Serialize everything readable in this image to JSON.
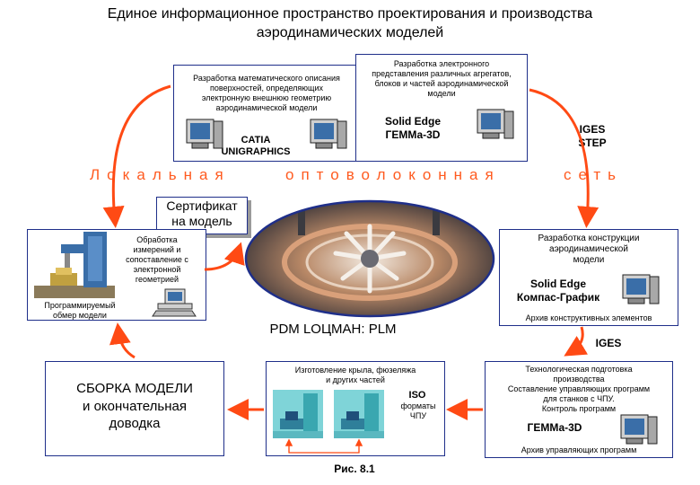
{
  "title": "Единое информационное пространство проектирования и производства\nаэродинамических моделей",
  "box_catia": {
    "text": "Разработка математического описания\nповерхностей, определяющих\nэлектронную внешнюю геометрию\nаэродинамической модели",
    "system": "CATIA\nUNIGRAPHICS"
  },
  "box_solid_top": {
    "text": "Разработка электронного\nпредставления различных агрегатов,\nблоков и частей аэродинамической\nмодели",
    "system": "Solid Edge\nГЕММа-3D"
  },
  "iges_step": "IGES\nSTEP",
  "lan": {
    "w1": "Локальная",
    "w2": "оптоволоконная",
    "w3": "сеть"
  },
  "certificate": "Сертификат\nна модель",
  "box_measure": {
    "text": "Обработка\nизмерений и\nсопоставление с\nэлектронной\nгеометрией",
    "label": "Программируемый\nобмер модели"
  },
  "box_design": {
    "text": "Разработка конструкции\nаэродинамической\nмодели",
    "system": "Solid Edge\nКомпас-График",
    "archive": "Архив конструктивных элементов"
  },
  "pdm": "PDM  LOЦМАН: PLM",
  "iges": "IGES",
  "box_assembly": {
    "text": "СБОРКА МОДЕЛИ\nи окончательная\nдоводка"
  },
  "box_mfg": {
    "text": "Изготовление крыла, фюзеляжа\nи других частей",
    "iso": "ISO",
    "formats": "форматы\nЧПУ"
  },
  "box_tech": {
    "text": "Технологическая подготовка\nпроизводства\nСоставление управляющих программ\nдля станков с ЧПУ.\nКонтроль программ",
    "system": "ГЕММа-3D",
    "archive": "Архив управляющих программ"
  },
  "caption": "Рис. 8.1",
  "colors": {
    "arrow": "#ff4a14",
    "border": "#1f2f8a",
    "lan": "#ff5a1f",
    "pc_screen": "#3a6ea8"
  }
}
